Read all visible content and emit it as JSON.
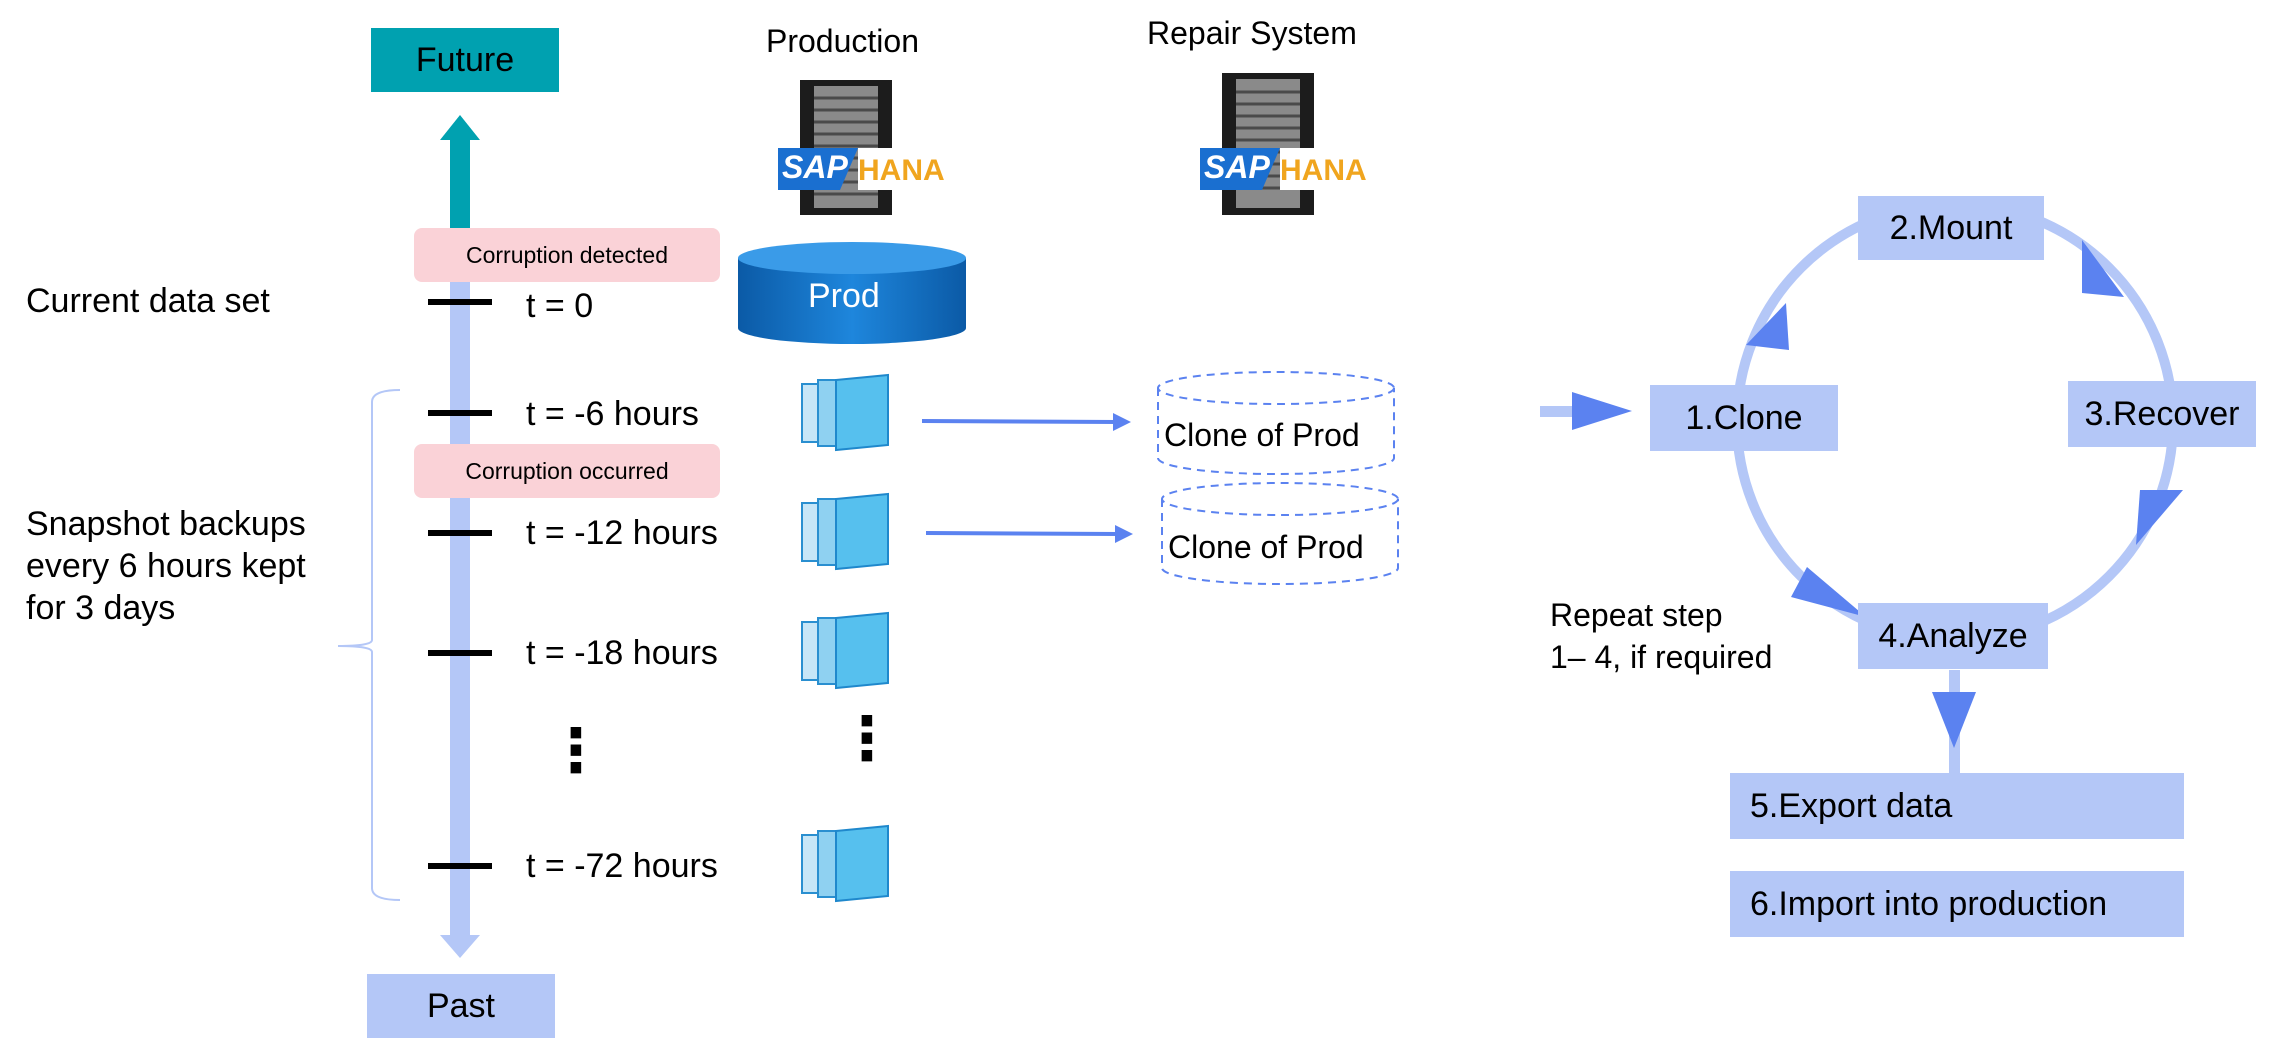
{
  "timeline": {
    "future_label": "Future",
    "past_label": "Past",
    "current_label": "Current data set",
    "snapshot_label_lines": [
      "Snapshot backups",
      "every 6 hours kept",
      "for 3 days"
    ],
    "corruption_detected": "Corruption detected",
    "corruption_occurred": "Corruption occurred",
    "ticks": [
      "t = 0",
      "t = -6 hours",
      "t = -12 hours",
      "t = -18 hours",
      "t = -72 hours"
    ],
    "ellipsis": "⋮"
  },
  "production": {
    "title": "Production",
    "logo_sap": "SAP",
    "logo_hana": "HANA",
    "db_label": "Prod"
  },
  "repair": {
    "title": "Repair System",
    "logo_sap": "SAP",
    "logo_hana": "HANA",
    "clones": [
      "Clone of Prod",
      "Clone of Prod"
    ]
  },
  "cycle": {
    "steps": [
      "1.Clone",
      "2.Mount",
      "3.Recover",
      "4.Analyze"
    ],
    "repeat_lines": [
      "Repeat step",
      "1– 4, if required"
    ],
    "export": "5.Export data",
    "import": "6.Import into production"
  },
  "colors": {
    "teal": "#00a1b0",
    "light_blue": "#b4c7f7",
    "arrow_blue": "#5b82f0",
    "snapshot_blue": "#56c0ee",
    "prod_db": "#1470c8",
    "pink": "#fad2d7"
  }
}
